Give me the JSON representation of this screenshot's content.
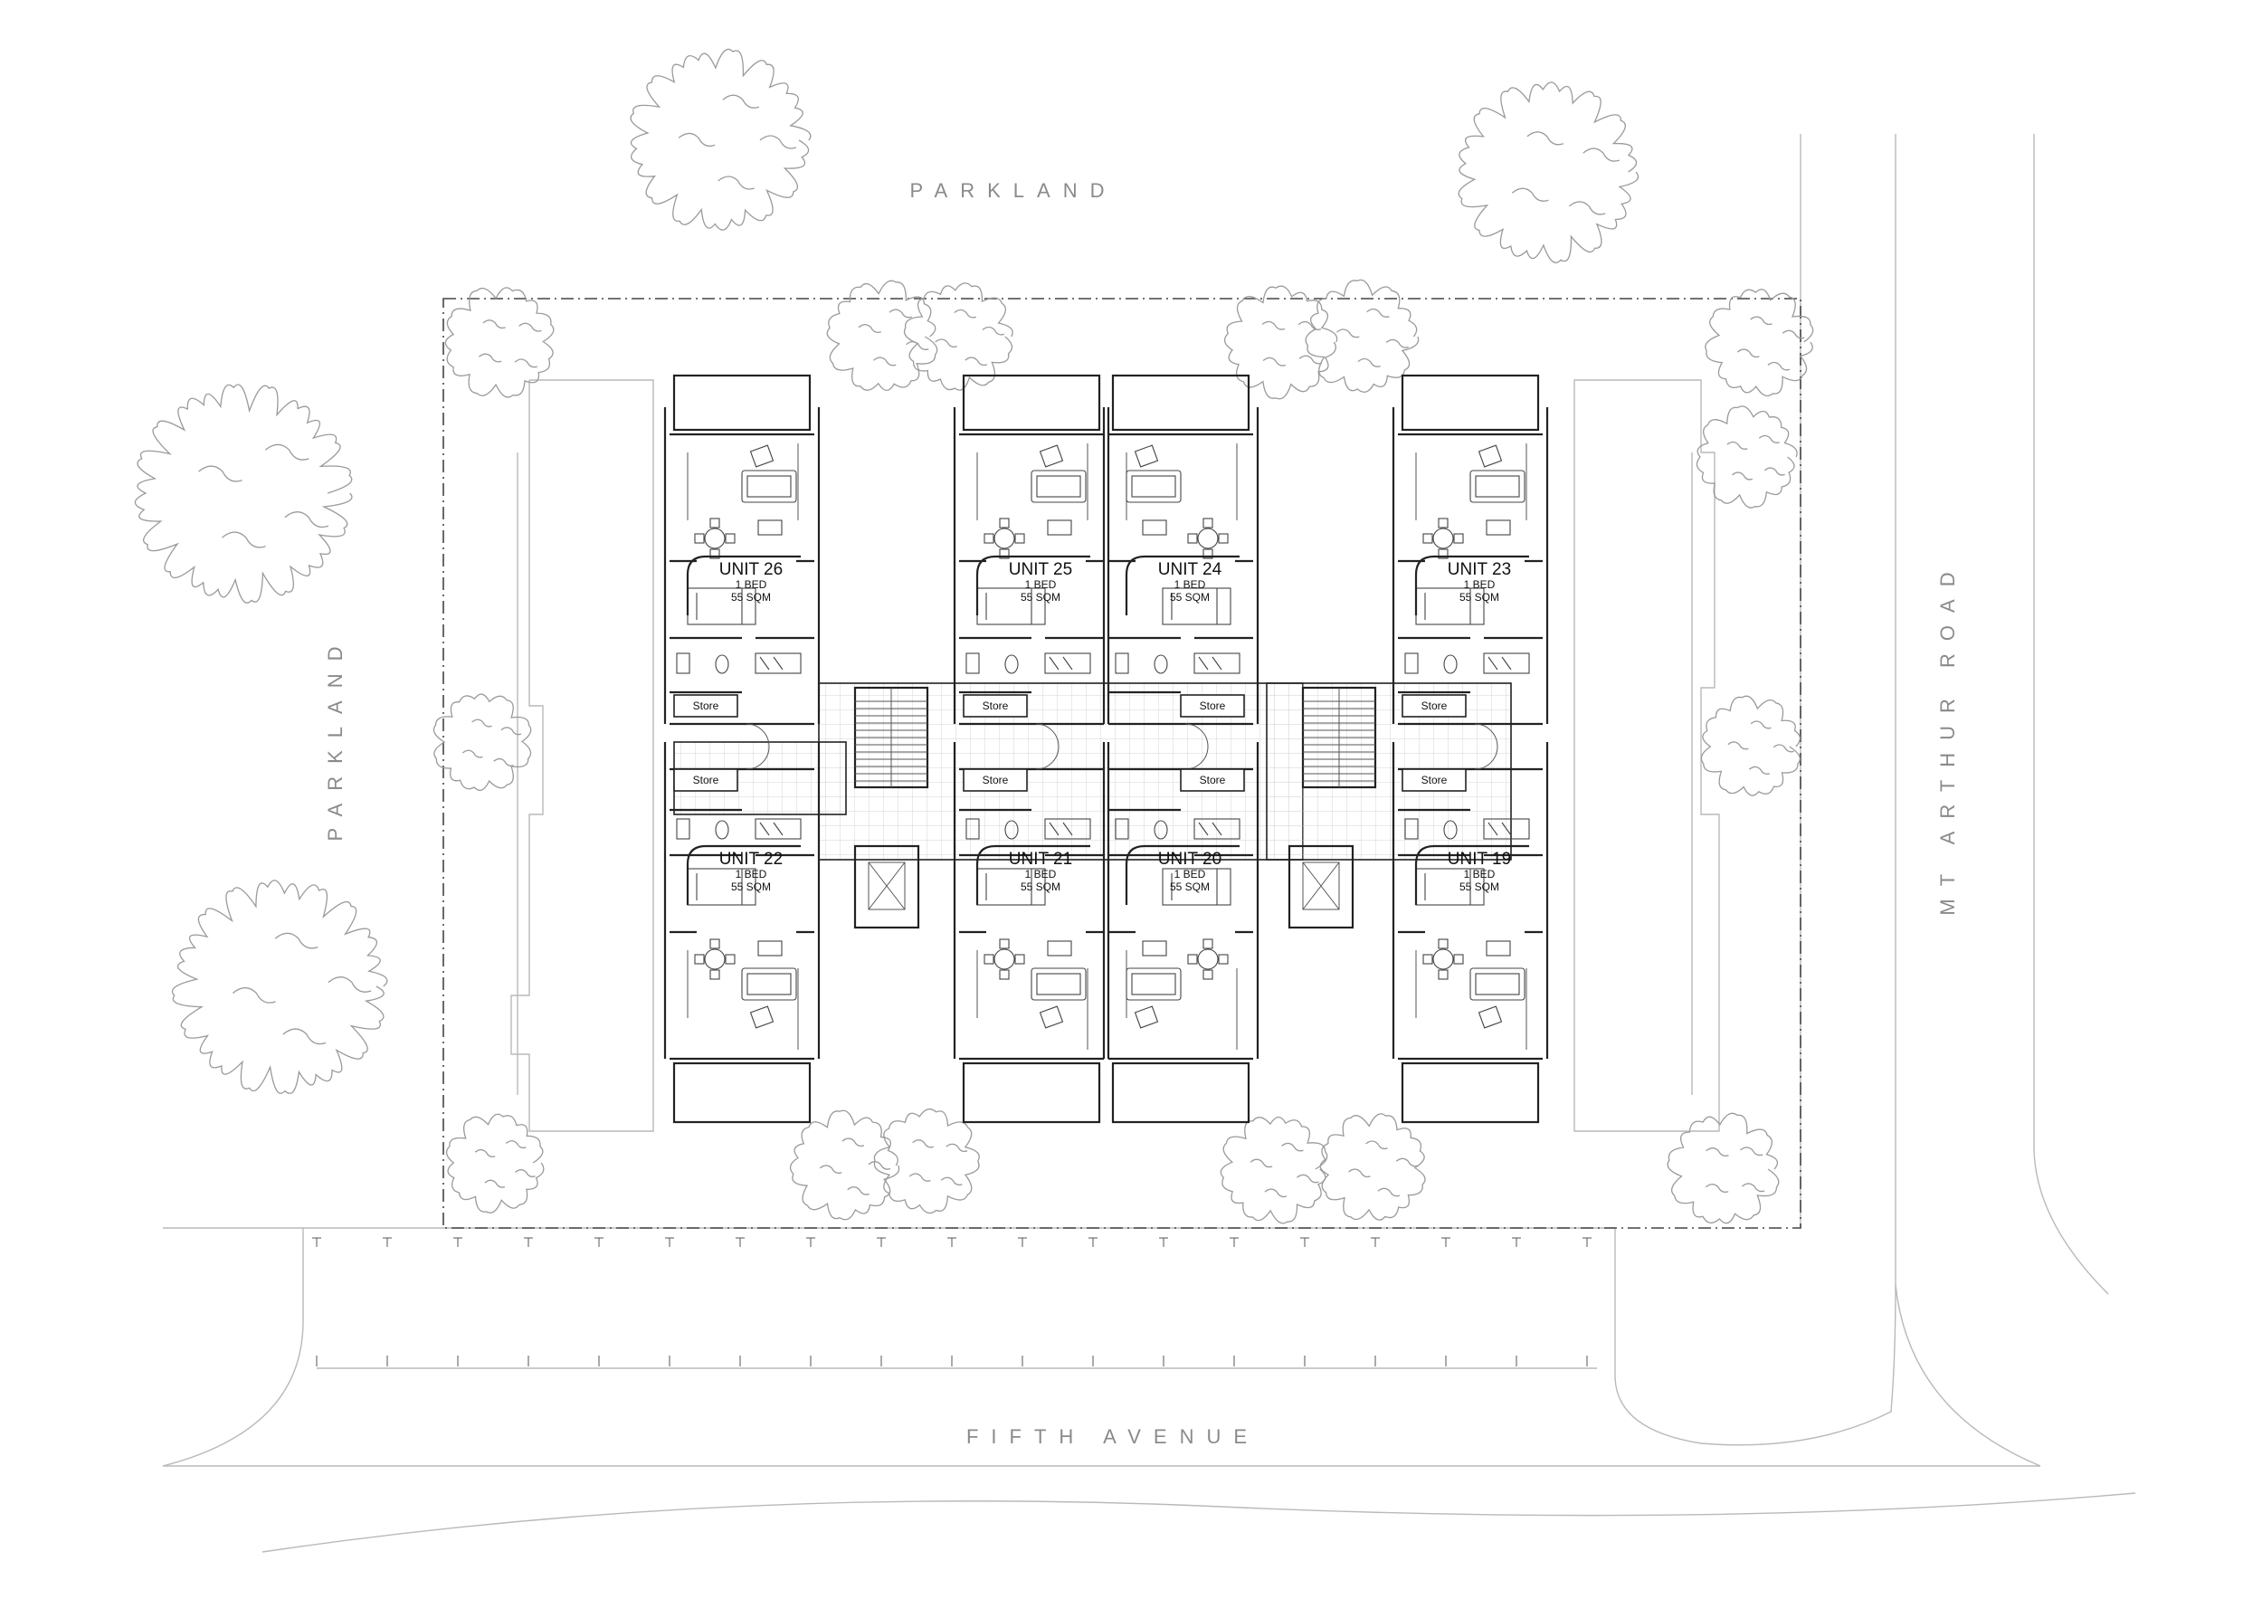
{
  "labels": {
    "parkland_top": "PARKLAND",
    "parkland_left": "PARKLAND",
    "mt_arthur_road": "MT ARTHUR ROAD",
    "fifth_avenue": "FIFTH AVENUE"
  },
  "units": [
    {
      "name": "UNIT 26",
      "beds": "1 BED",
      "area": "55 SQM"
    },
    {
      "name": "UNIT 25",
      "beds": "1 BED",
      "area": "55 SQM"
    },
    {
      "name": "UNIT 24",
      "beds": "1 BED",
      "area": "55 SQM"
    },
    {
      "name": "UNIT 23",
      "beds": "1 BED",
      "area": "55 SQM"
    },
    {
      "name": "UNIT 22",
      "beds": "1 BED",
      "area": "55 SQM"
    },
    {
      "name": "UNIT 21",
      "beds": "1 BED",
      "area": "55 SQM"
    },
    {
      "name": "UNIT 20",
      "beds": "1 BED",
      "area": "55 SQM"
    },
    {
      "name": "UNIT 19",
      "beds": "1 BED",
      "area": "55 SQM"
    }
  ],
  "store_label": "Store",
  "colors": {
    "linework": "#222222",
    "context": "#b9b9b9",
    "labels": "#8a8a8a"
  }
}
